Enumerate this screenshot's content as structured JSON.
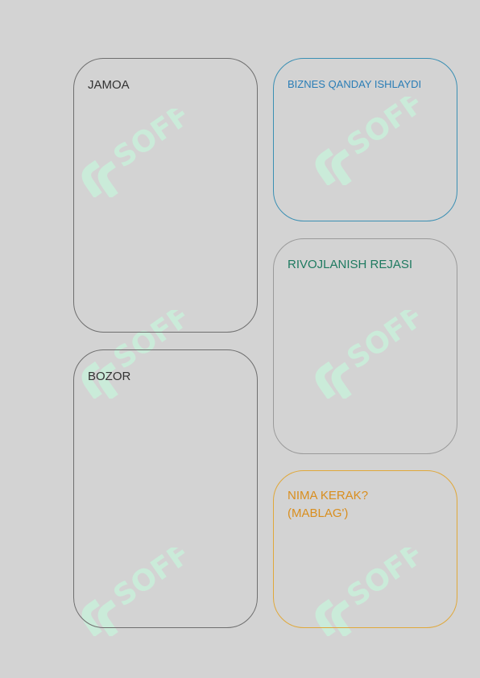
{
  "boxes": {
    "jamoa": {
      "label": "JAMOA"
    },
    "bozor": {
      "label": "BOZOR"
    },
    "biznes": {
      "label": "BIZNES QANDAY ISHLAYDI"
    },
    "rivojlanish": {
      "label": "RIVOJLANISH REJASI"
    },
    "nima_kerak": {
      "label": "NIMA KERAK?\n(MABLAG')"
    }
  },
  "watermark": {
    "text": "SOFF",
    "color": "#c8f0dc"
  },
  "colors": {
    "background": "#d3d3d3",
    "gray_border": "#6e6e6e",
    "blue": "#2a7db6",
    "green": "#1e7a60",
    "orange": "#d98e1e"
  }
}
